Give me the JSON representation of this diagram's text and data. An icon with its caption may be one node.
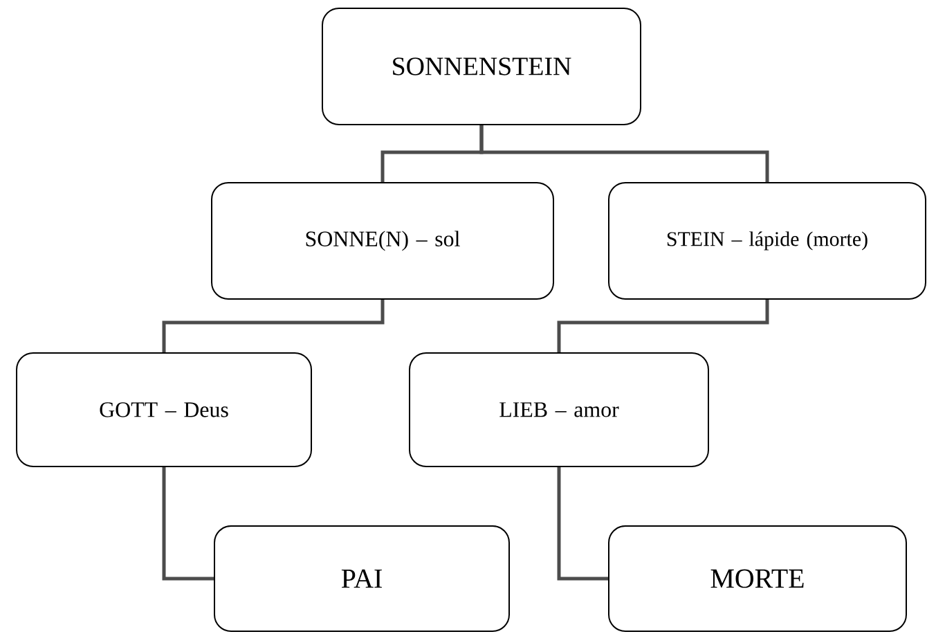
{
  "diagram": {
    "nodes": [
      {
        "text": [
          "SONNENSTEIN"
        ]
      },
      {
        "text": [
          "SONNE(N) – sol"
        ]
      },
      {
        "text": [
          "STEIN – lápide (morte)"
        ]
      },
      {
        "text": [
          "GOTT – Deus"
        ]
      },
      {
        "text": [
          "LIEB – amor"
        ]
      },
      {
        "text": [
          "PAI"
        ]
      },
      {
        "text": [
          "MORTE"
        ]
      }
    ],
    "edges": [
      {
        "from": 0,
        "to": 1,
        "arrow": "none"
      },
      {
        "from": 0,
        "to": 2,
        "arrow": "none"
      },
      {
        "from": 1,
        "to": 3,
        "arrow": "none"
      },
      {
        "from": 2,
        "to": 4,
        "arrow": "none"
      },
      {
        "from": 3,
        "to": 5,
        "arrow": "none"
      },
      {
        "from": 4,
        "to": 6,
        "arrow": "none"
      }
    ]
  }
}
